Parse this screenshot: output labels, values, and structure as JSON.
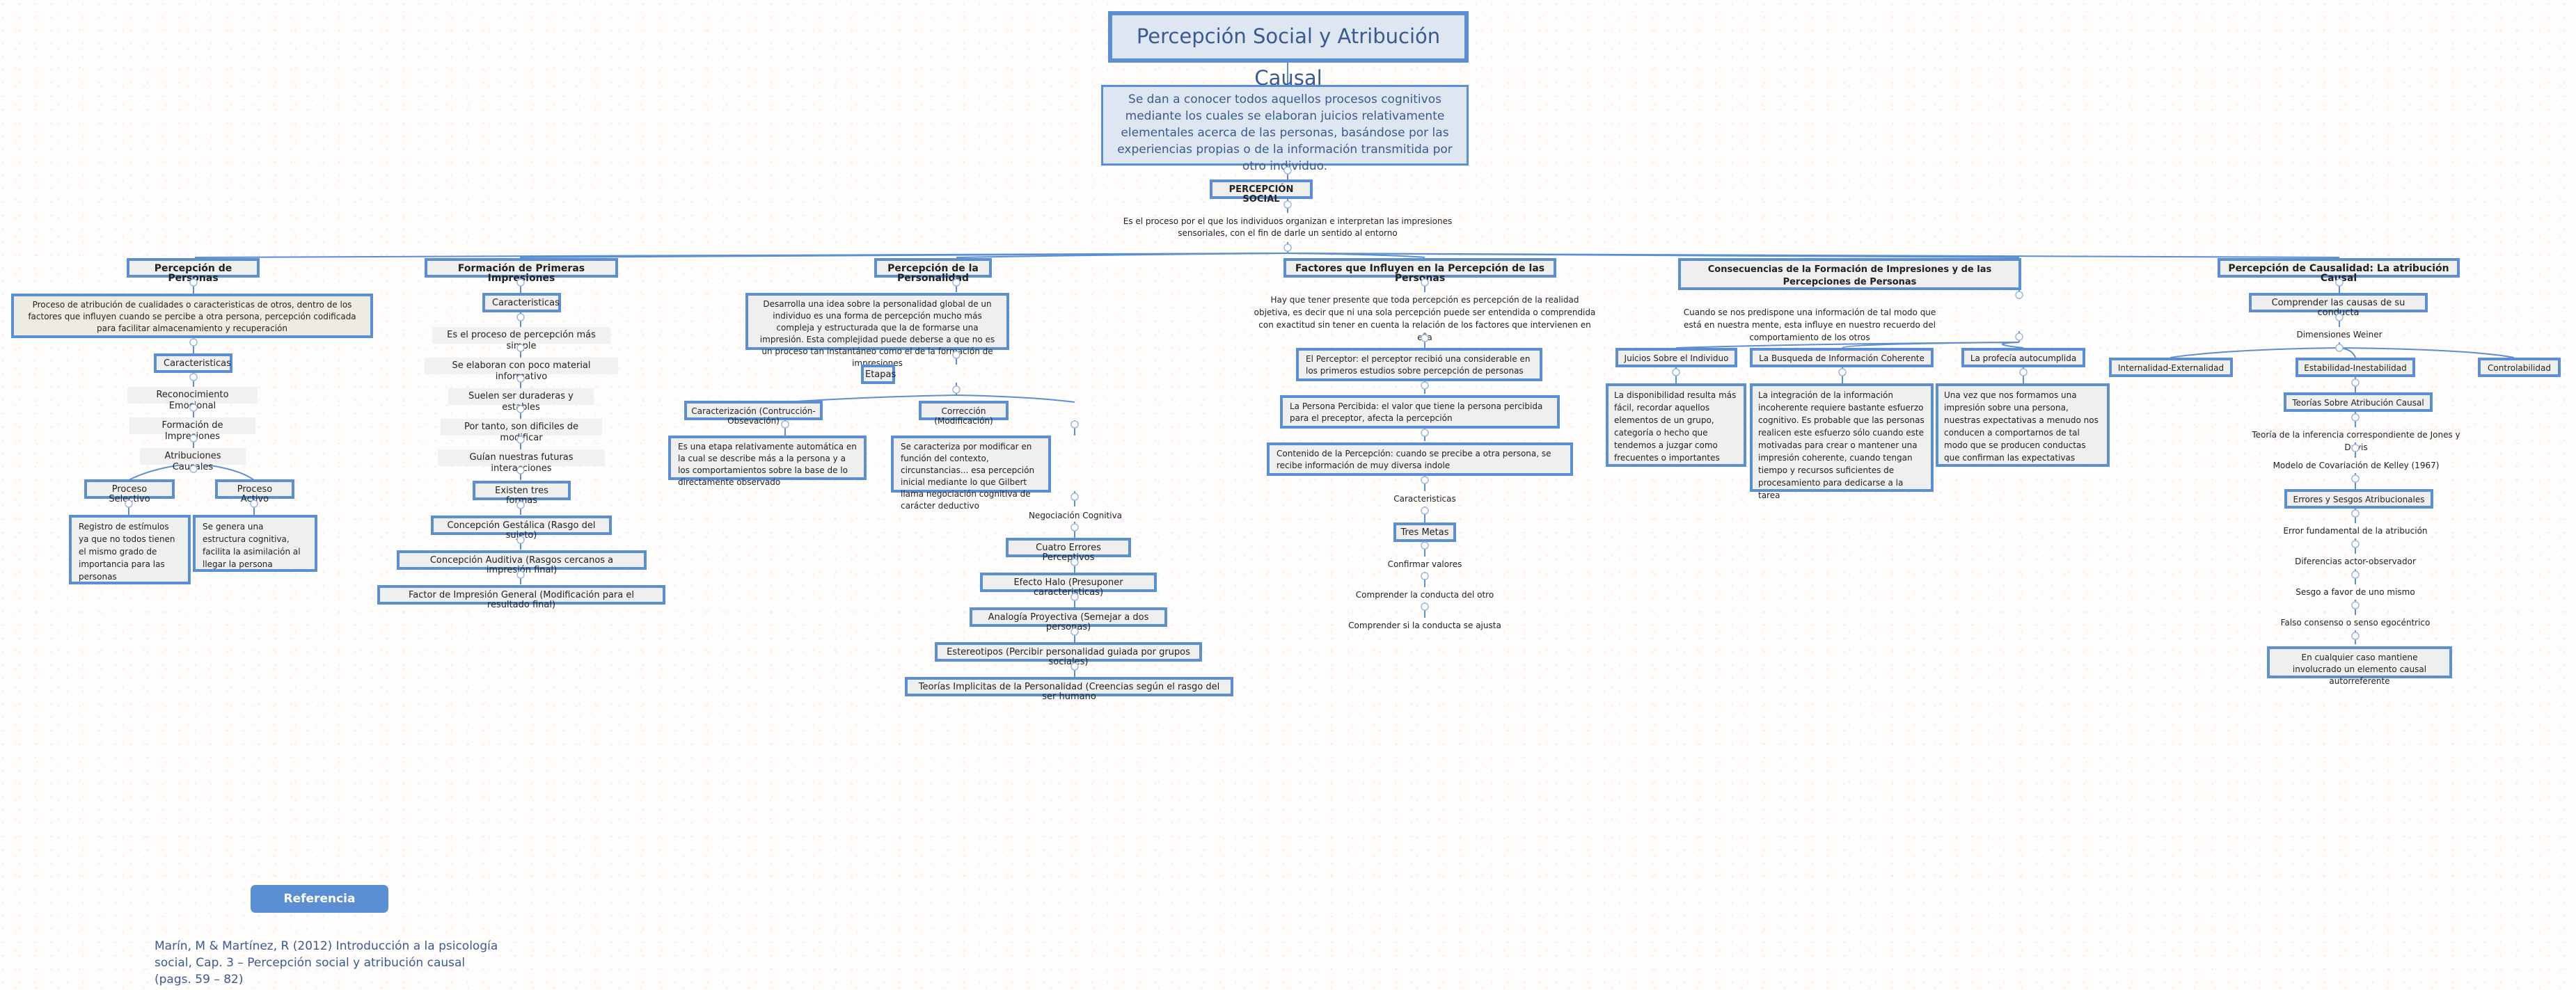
{
  "title": "Percepción Social y Atribución Causal",
  "intro": "Se dan a conocer todos aquellos procesos cognitivos mediante los cuales se elaboran juicios relativamente elementales acerca de las personas, basándose por las experiencias propias o de la información transmitida por otro individuo.",
  "root": {
    "label": "PERCEPCIÓN SOCIAL",
    "definition": "Es el proceso por el que los individuos organizan e interpretan las impresiones sensoriales, con el fin de darle un sentido al entorno"
  },
  "branches": {
    "personas": {
      "title": "Percepción de Personas",
      "desc": "Proceso de atribución de cualidades o caracteristicas de otros, dentro de los factores que influyen cuando se percibe a otra persona, percepción codificada para facilitar almacenamiento y recuperación",
      "caracteristicas": "Caracteristicas",
      "items": [
        "Reconocimiento Emocional",
        "Formación de Impresiones",
        "Atribuciones Causales"
      ],
      "procesos": [
        {
          "label": "Proceso Selectivo",
          "desc": "Registro de estímulos ya que no todos tienen el mismo grado de importancia para las personas"
        },
        {
          "label": "Proceso Activo",
          "desc": "Se genera una estructura cognitiva, facilita la asimilación al llegar la persona"
        }
      ]
    },
    "primeras": {
      "title": "Formación de Primeras Impresiones",
      "caracteristicas": "Caracteristicas",
      "items": [
        "Es el proceso de percepción más simple",
        "Se elaboran con poco material informativo",
        "Suelen ser duraderas y estables",
        "Por tanto, son dificiles de modificar",
        "Guían nuestras futuras interacciones"
      ],
      "formas_label": "Existen tres formas",
      "formas": [
        "Concepción Gestálica (Rasgo del sujeto)",
        "Concepción Auditiva (Rasgos cercanos a impresión final)",
        "Factor de Impresión General (Modificación para el resultado final)"
      ]
    },
    "personalidad": {
      "title": "Percepción de la Personalidad",
      "desc": "Desarrolla una idea sobre la personalidad global de un individuo es una forma de percepción mucho más compleja y estructurada que la de formarse una impresión. Esta complejidad puede deberse a que no es un proceso tan instantáneo como el de la formación de impresiones",
      "etapas": "Etapas",
      "caracterizacion": {
        "label": "Caracterización (Contrucción-Obsevación)",
        "desc": "Es una etapa relativamente automática en la cual se describe más a la persona y a los comportamientos sobre la base de lo directamente observado"
      },
      "correccion": {
        "label": "Corrección (Modificación)",
        "desc": "Se caracteriza por modificar en función del contexto, circunstancias... esa percepción inicial mediante lo que Gilbert llama negociación cognitiva de carácter deductivo"
      },
      "negociacion": "Negociación Cognitiva",
      "errores_label": "Cuatro Errores Perceptivos",
      "errores": [
        "Efecto Halo (Presuponer caracteristicas)",
        "Analogía Proyectiva (Semejar a dos personas)",
        "Estereotipos (Percibir personalidad guiada por grupos sociales)",
        "Teorías Implicitas de la Personalidad (Creencias según el rasgo del ser humano"
      ]
    },
    "factores": {
      "title": "Factores que Influyen en la Percepción de las Personas",
      "desc": "Hay que tener presente que toda percepción es percepción de la realidad objetiva, es decir que ni una sola percepción puede ser entendida o comprendida con exactitud sin tener en cuenta la relación de los factores que intervienen en ella",
      "items": [
        "El Perceptor: el perceptor recibió una considerable en los primeros estudios sobre percepción de personas",
        "La Persona Percibida: el valor que tiene la persona percibida para el preceptor, afecta la percepción",
        "Contenido de la Percepción: cuando se precibe a otra persona, se recibe información de muy diversa indole"
      ],
      "caracteristicas": "Caracteristicas",
      "metas_label": "Tres Metas",
      "metas": [
        "Confirmar valores",
        "Comprender la conducta del otro",
        "Comprender si la conducta se ajusta"
      ]
    },
    "consecuencias": {
      "title": "Consecuencias de la Formación de Impresiones y de las Percepciones de Personas",
      "desc": "Cuando se nos predispone una información de tal modo que está en nuestra mente, esta influye en nuestro recuerdo del comportamiento de los otros",
      "children": [
        {
          "label": "Juicios Sobre el Individuo",
          "desc": "La disponibilidad resulta más fácil, recordar aquellos elementos de un grupo, categoría o hecho que tendemos a juzgar como frecuentes o importantes"
        },
        {
          "label": "La Busqueda de Información Coherente",
          "desc": "La integración de la información incoherente requiere bastante esfuerzo cognitivo. Es probable que las personas realicen este esfuerzo sólo cuando este motivadas para crear o mantener una impresión coherente, cuando tengan tiempo y recursos suficientes de procesamiento para dedicarse a la tarea"
        },
        {
          "label": "La profecía autocumplida",
          "desc": "Una vez que nos formamos una impresión sobre una persona, nuestras expectativas a menudo nos conducen a comportarnos de tal modo que se producen conductas que confirman las expectativas"
        }
      ]
    },
    "causalidad": {
      "title": "Percepción de Causalidad: La atribución Causal",
      "comprender": "Comprender las causas de su conducta",
      "dimensiones": "Dimensiones Weiner",
      "dims": [
        "Internalidad-Externalidad",
        "Estabilidad-Inestabilidad",
        "Controlabilidad"
      ],
      "teorias_label": "Teorías Sobre Atribución Causal",
      "teorias": [
        "Teoría de la inferencia correspondiente de Jones y Davis",
        "Modelo de Covariación de Kelley (1967)"
      ],
      "errores_label": "Errores y Sesgos Atribucionales",
      "errores": [
        "Error fundamental de la atribución",
        "Diferencias actor-observador",
        "Sesgo a favor de uno mismo",
        "Falso consenso o senso egocéntrico"
      ],
      "conclusion": "En cualquier caso mantiene involucrado un elemento causal autorreferente"
    }
  },
  "reference": {
    "button": "Referencia Bibliográfica",
    "text": "Marín, M & Martínez, R (2012) Introducción a la psicología social, Cap. 3 – Percepción social y atribución causal (pags. 59 – 82)"
  },
  "colors": {
    "accent": "#5b8fd4",
    "title_text": "#3a5a92",
    "title_bg": "#dde6f1",
    "node_bg": "#efefef"
  }
}
